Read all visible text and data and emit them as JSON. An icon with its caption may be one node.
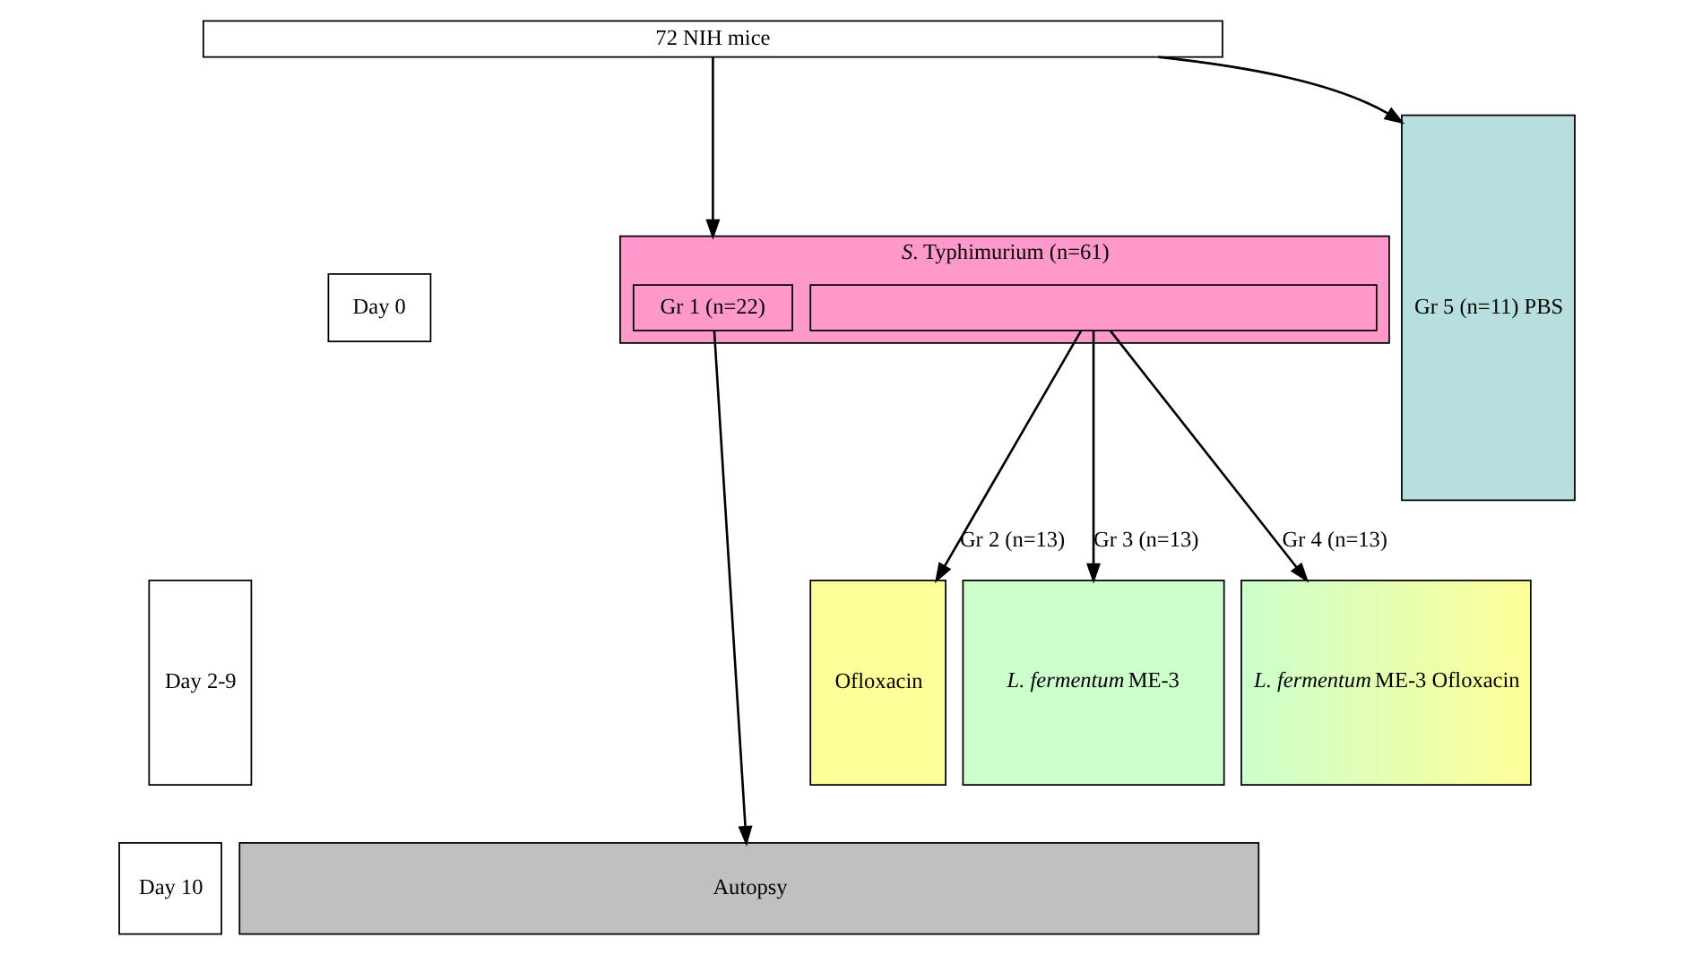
{
  "diagram": {
    "nodes": [
      {
        "text": [
          "72 NIH mice"
        ]
      },
      {
        "text": [
          "Day 0"
        ]
      },
      {
        "text": [
          "*S*. Typhimurium (n=61)"
        ]
      },
      {
        "text": [
          "Gr 1 (n=22)"
        ],
        "in": 2
      },
      {
        "text": [],
        "shape": "box",
        "in": 2
      },
      {
        "text": [
          "Gr 5 (n=11) PBS"
        ]
      },
      {
        "text": [
          "Day 2-9"
        ]
      },
      {
        "text": [
          "Ofloxacin"
        ]
      },
      {
        "text": [
          "*L. fermentum* ME-3"
        ]
      },
      {
        "text": [
          "*L. fermentum* ME-3 Ofloxacin"
        ]
      },
      {
        "text": [
          "Day 10"
        ]
      },
      {
        "text": [
          "Autopsy"
        ]
      }
    ],
    "edges": [
      {
        "from": 0,
        "to": 2,
        "arrow": "to"
      },
      {
        "from": 0,
        "to": 5,
        "arrow": "to"
      },
      {
        "from": 3,
        "to": 11,
        "arrow": "to"
      },
      {
        "from": 4,
        "to": 7,
        "arrow": "to",
        "label": "Gr 2 (n=13)"
      },
      {
        "from": 4,
        "to": 8,
        "arrow": "to",
        "label": "Gr 3 (n=13)"
      },
      {
        "from": 4,
        "to": 9,
        "arrow": "to",
        "label": "Gr 4 (n=13)"
      }
    ]
  }
}
